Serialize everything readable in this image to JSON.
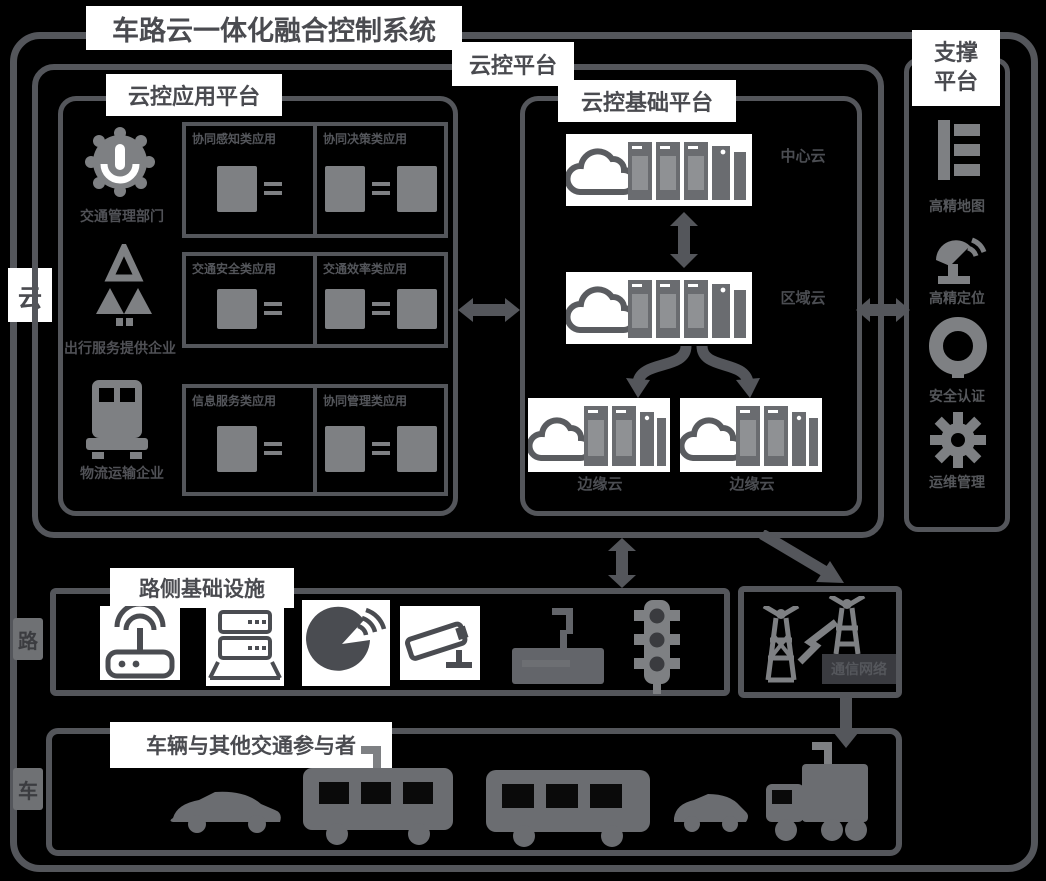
{
  "title": "车路云一体化融合控制系统",
  "edge_labels": {
    "cloud": "云",
    "road": "路",
    "vehicle": "车"
  },
  "cloud_platform": {
    "label": "云控平台"
  },
  "app_platform": {
    "label": "云控应用平台",
    "actors": [
      {
        "icon": "gear-badge-icon",
        "label": "交通管理部门"
      },
      {
        "icon": "hierarchy-icon",
        "label": "出行服务提供企业"
      },
      {
        "icon": "truck-front-icon",
        "label": "物流运输企业"
      }
    ],
    "rows": [
      {
        "left": "协同感知类应用",
        "right": "协同决策类应用"
      },
      {
        "left": "交通安全类应用",
        "right": "交通效率类应用"
      },
      {
        "left": "信息服务类应用",
        "right": "协同管理类应用"
      }
    ]
  },
  "base_platform": {
    "label": "云控基础平台",
    "tiers": [
      {
        "icon": "cloud-servers-icon",
        "label": "中心云"
      },
      {
        "icon": "cloud-servers-icon",
        "label": "区域云"
      },
      {
        "icon": "cloud-servers-icon",
        "label": "边缘云"
      },
      {
        "icon": "cloud-servers-icon",
        "label": "边缘云"
      }
    ]
  },
  "support_platform": {
    "label": "支撑平台",
    "items": [
      {
        "icon": "map-layers-icon",
        "label": "高精地图"
      },
      {
        "icon": "antenna-dish-icon",
        "label": "高精定位"
      },
      {
        "icon": "ring-icon",
        "label": "安全认证"
      },
      {
        "icon": "gear-icon",
        "label": "运维管理"
      }
    ]
  },
  "roadside": {
    "label": "路侧基础设施",
    "icons": [
      "rsu-router",
      "edge-server",
      "radar",
      "camera",
      "variable-message-sign",
      "traffic-light"
    ]
  },
  "comm_network": {
    "label": "通信网络",
    "icons": [
      "cell-tower",
      "cell-tower"
    ]
  },
  "vehicles_section": {
    "label": "车辆与其他交通参与者",
    "icons": [
      "sedan",
      "van",
      "bus",
      "hatchback",
      "truck"
    ]
  },
  "colors": {
    "background": "#000000",
    "line": "#54565b",
    "icon_gray": "#7e8083",
    "vehicle_gray": "#6b6d71",
    "card_white": "#ffffff",
    "card_text": "#4a4b50"
  }
}
